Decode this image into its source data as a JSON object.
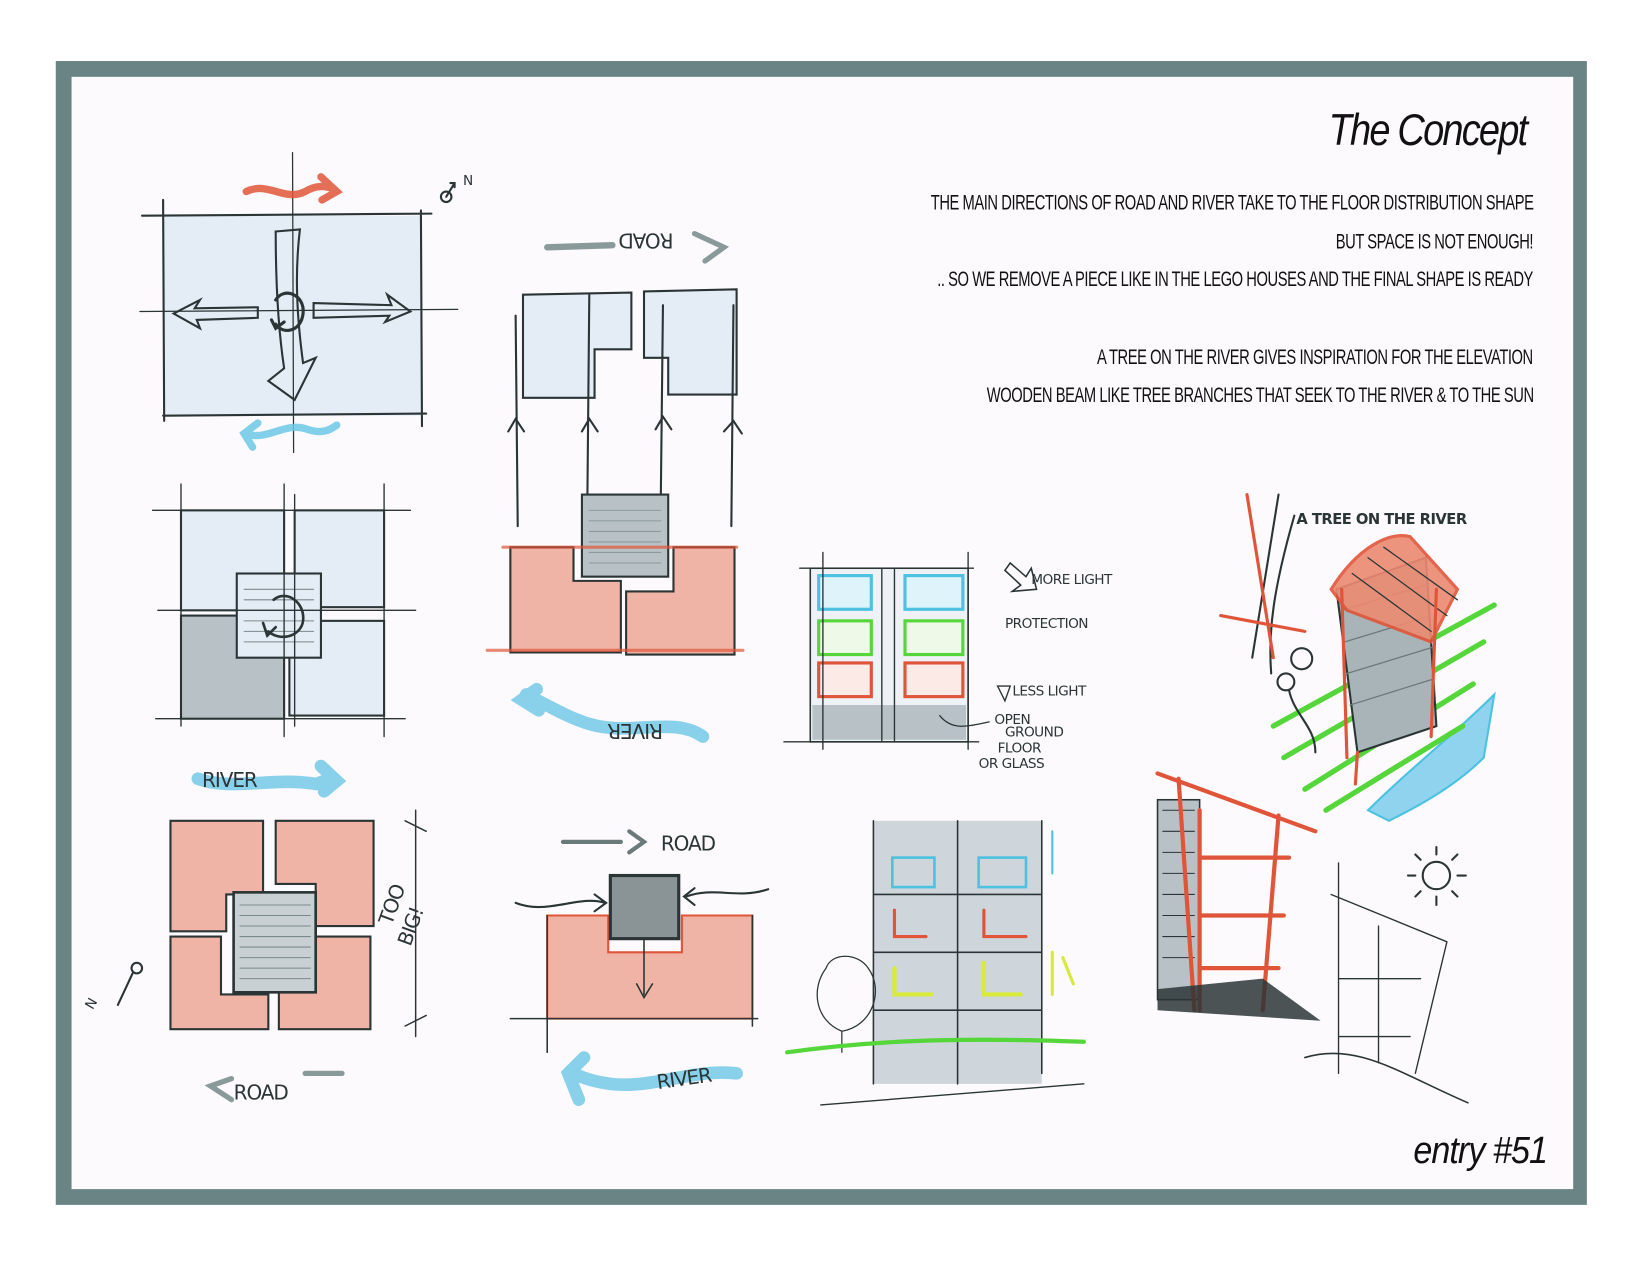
{
  "title": "The Concept",
  "description": [
    "THE MAIN DIRECTIONS OF ROAD AND RIVER TAKE TO THE  FLOOR DISTRIBUTION SHAPE",
    "BUT SPACE IS NOT ENOUGH!",
    ".. SO WE REMOVE A PIECE LIKE IN THE LEGO HOUSES AND THE FINAL SHAPE IS READY",
    "A TREE ON THE RIVER GIVES INSPIRATION FOR THE ELEVATION",
    "WOODEN BEAM LIKE TREE BRANCHES THAT SEEK TO THE RIVER & TO THE SUN"
  ],
  "entry_label": "entry #51",
  "sketch_labels": {
    "road": "ROAD",
    "river": "RIVER",
    "north": "N",
    "too_big_1": "TOO",
    "too_big_2": "BIG!",
    "more_light": "MORE LIGHT",
    "protection": "PROTECTION",
    "less_light": "LESS LIGHT",
    "open_ground_1": "OPEN",
    "open_ground_2": "GROUND",
    "open_ground_3": "FLOOR",
    "open_ground_4": "OR GLASS",
    "tree_on_river": "A TREE ON THE RIVER"
  },
  "colors": {
    "frame": "#6a8485",
    "sheet": "#fcfafc",
    "pencil": "#2b3536",
    "red": "#e0553a",
    "red_fill": "#f0b4a6",
    "blue": "#6cc7e6",
    "blue_fill": "#e4ecf6",
    "green": "#55d63a",
    "yellow": "#d8ea3a"
  }
}
